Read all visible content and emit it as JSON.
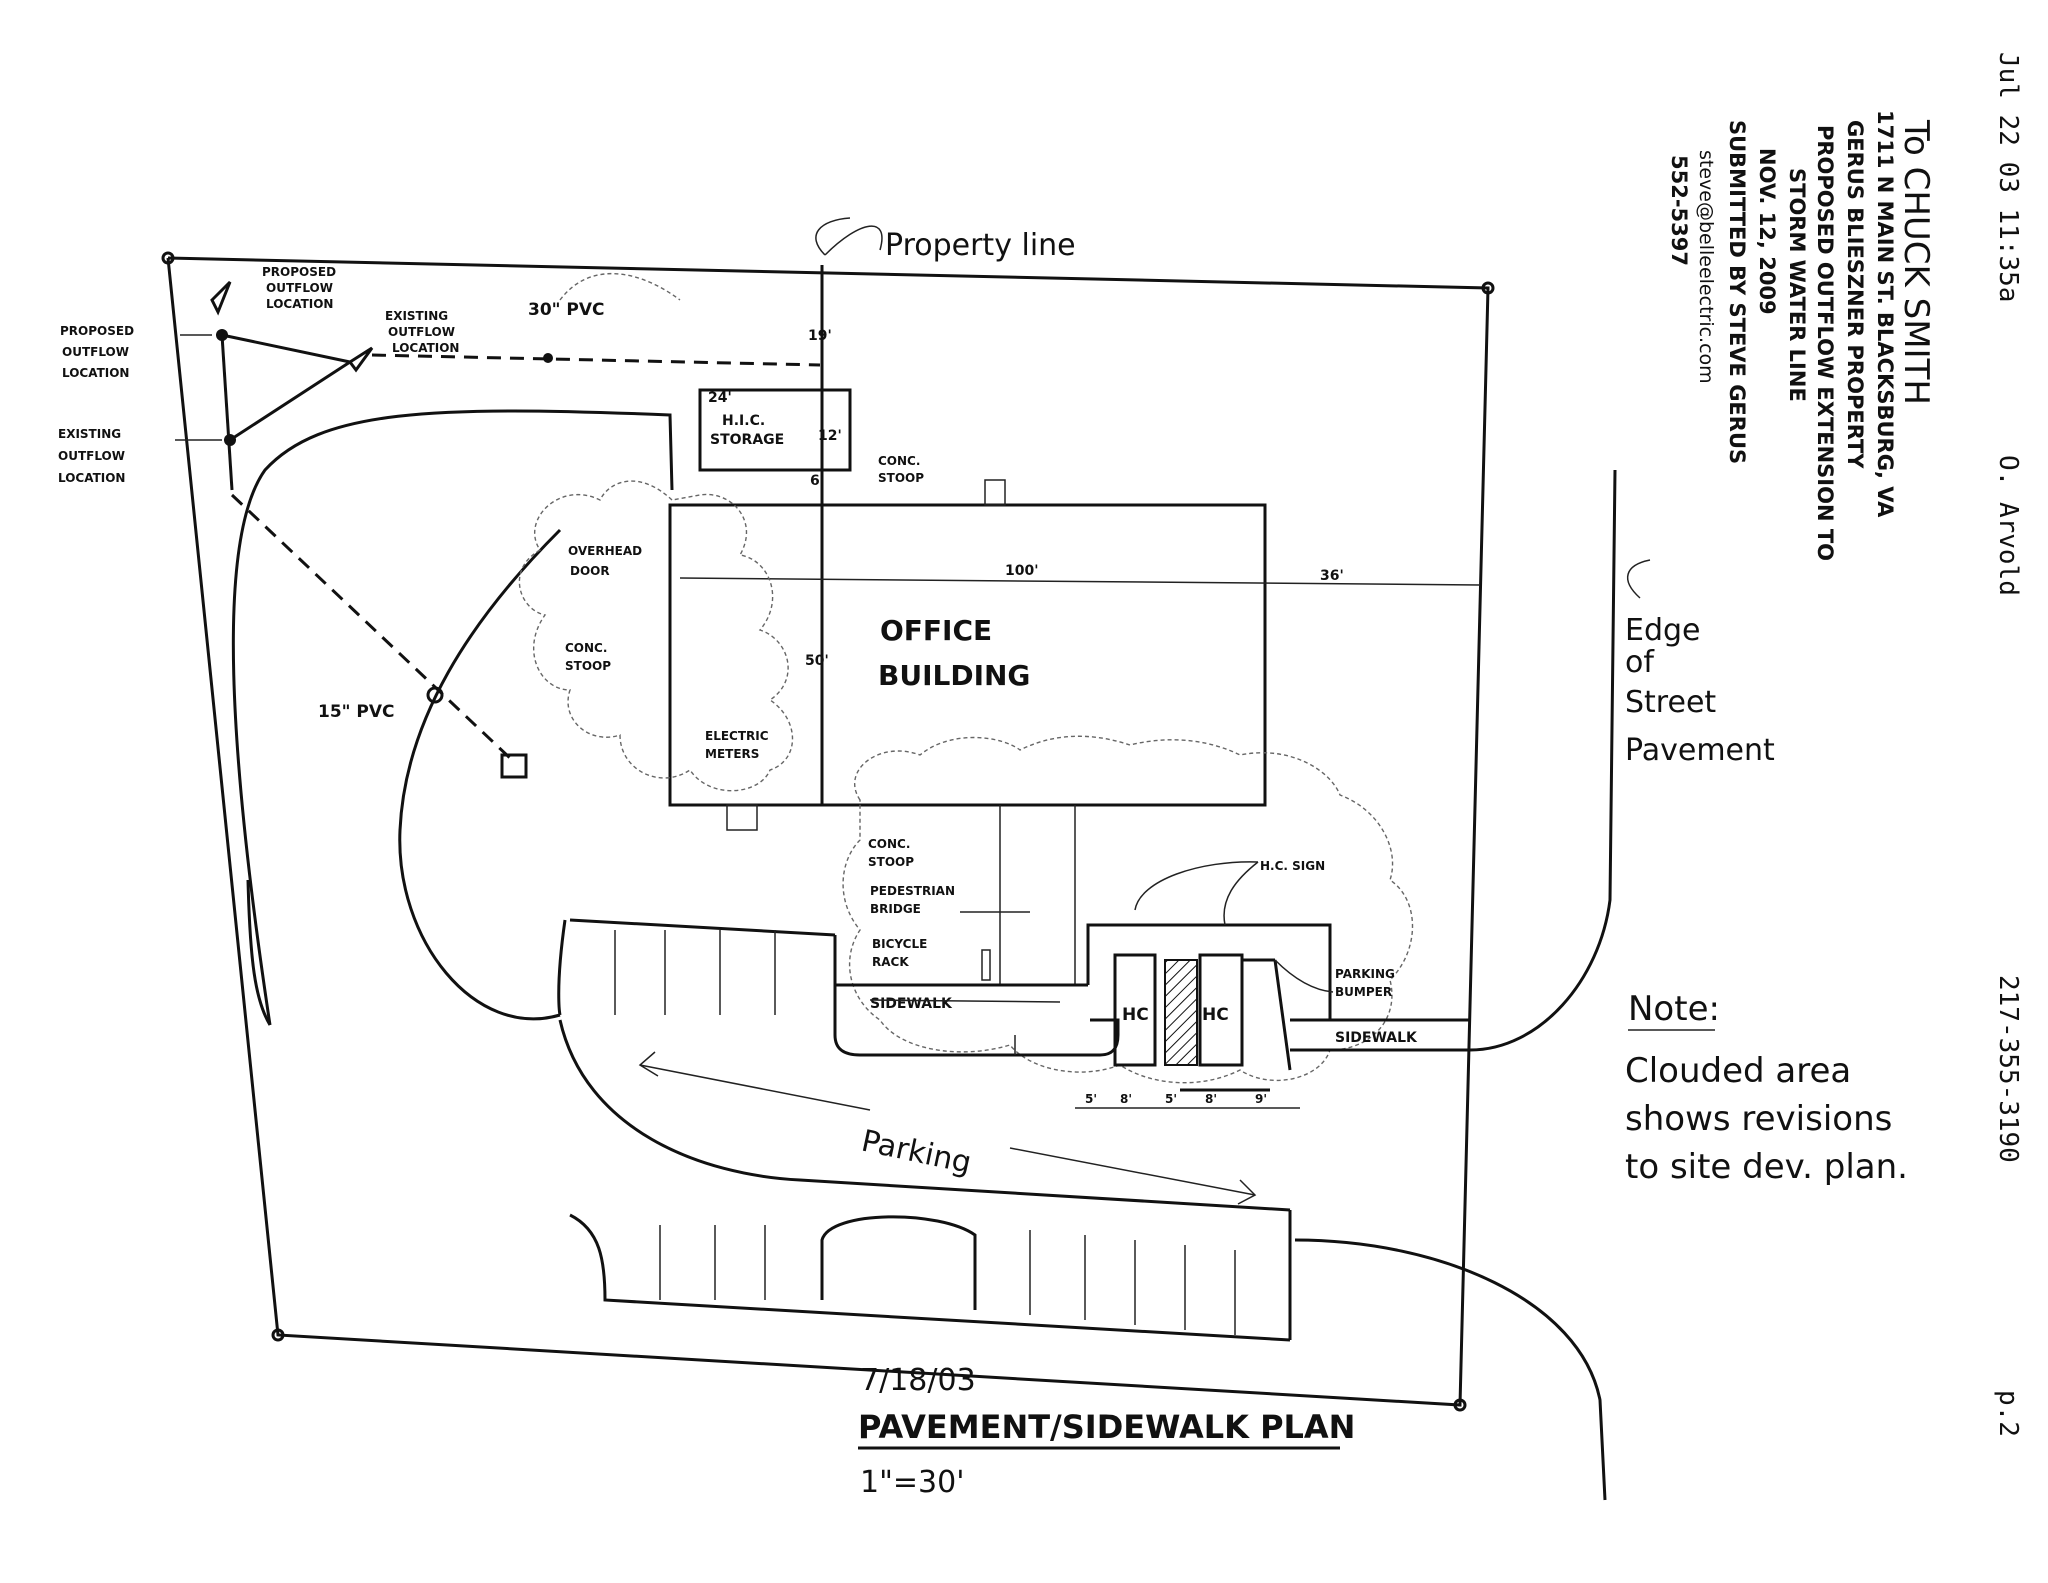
{
  "fax": {
    "timestamp": "Jul 22 03 11:35a",
    "sender": "O. Arvold",
    "phone": "217-355-3190",
    "page": "p.2"
  },
  "header": {
    "to": "To CHUCK SMITH",
    "lines": [
      "1711 N MAIN ST. BLACKSBURG, VA",
      "GERUS BLIESZNER PROPERTY",
      "PROPOSED OUTFLOW EXTENSION TO",
      "STORM WATER LINE",
      "NOV. 12, 2009",
      "SUBMITTED BY STEVE GERUS",
      "steve@belleelectric.com",
      "552-5397"
    ]
  },
  "labels": {
    "property_line": "Property line",
    "proposed_outflow_top": [
      "PROPOSED",
      "OUTFLOW",
      "LOCATION"
    ],
    "existing_outflow_top": [
      "EXISTING",
      "OUTFLOW",
      "LOCATION"
    ],
    "pvc30": "30\" PVC",
    "proposed_outflow_left": [
      "PROPOSED",
      "OUTFLOW",
      "LOCATION"
    ],
    "existing_outflow_left": [
      "EXISTING",
      "OUTFLOW",
      "LOCATION"
    ],
    "pvc15": "15\" PVC",
    "hc_storage": [
      "H.I.C.",
      "STORAGE"
    ],
    "dim_24": "24'",
    "dim_12": "12'",
    "dim_19": "19'",
    "dim_6": "6'",
    "dim_50": "50'",
    "dim_100": "100'",
    "dim_36": "36'",
    "conc_stoop_top": [
      "CONC.",
      "STOOP"
    ],
    "overhead_door": [
      "OVERHEAD",
      "DOOR"
    ],
    "conc_stoop_left": [
      "CONC.",
      "STOOP"
    ],
    "electric_meters": [
      "ELECTRIC",
      "METERS"
    ],
    "office_building": [
      "OFFICE",
      "BUILDING"
    ],
    "conc_stoop_bottom": [
      "CONC.",
      "STOOP"
    ],
    "pedestrian_bridge": [
      "PEDESTRIAN",
      "BRIDGE"
    ],
    "bicycle_rack": [
      "BICYCLE",
      "RACK"
    ],
    "sidewalk_mid": "SIDEWALK",
    "sidewalk_right": "SIDEWALK",
    "hc_sign": "H.C. SIGN",
    "parking_bumper": [
      "PARKING",
      "BUMPER"
    ],
    "hc1": "HC",
    "hc2": "HC",
    "dims_bottom": [
      "5'",
      "8'",
      "5'",
      "8'",
      "9'"
    ],
    "parking": "Parking",
    "edge_street": [
      "Edge",
      "of",
      "Street",
      "Pavement"
    ],
    "note_title": "Note:",
    "note_body": [
      "Clouded area",
      "shows revisions",
      "to site dev. plan."
    ],
    "date": "7/18/03",
    "plan_title": "PAVEMENT/SIDEWALK PLAN",
    "scale": "1\"=30'"
  }
}
